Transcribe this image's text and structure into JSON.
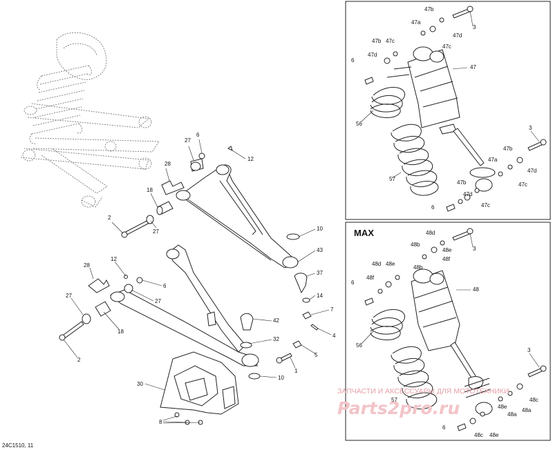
{
  "max_title": "MAX",
  "drawing_ref": "24C1510, 11",
  "watermark": {
    "line1": "ЗАПЧАСТИ И АКСЕССУАРЫ ДЛЯ МОТОТЕХНИКИ",
    "line2": "Parts2pro.ru"
  },
  "labels": {
    "l1": "1",
    "l2a": "2",
    "l2b": "2",
    "l3a": "3",
    "l3b": "3",
    "l3c": "3",
    "l3d": "3",
    "l4": "4",
    "l5": "5",
    "l6a": "6",
    "l6b": "6",
    "l6c": "6",
    "l6d": "6",
    "l6e": "6",
    "l6f": "6",
    "l7": "7",
    "l8": "8",
    "l10a": "10",
    "l10b": "10",
    "l12a": "12",
    "l12b": "12",
    "l14": "14",
    "l18a": "18",
    "l18b": "18",
    "l27a": "27",
    "l27b": "27",
    "l27c": "27",
    "l27d": "27",
    "l28a": "28",
    "l28b": "28",
    "l30": "30",
    "l32": "32",
    "l37": "37",
    "l42": "42",
    "l43": "43",
    "l47": "47",
    "l47a1": "47a",
    "l47a2": "47a",
    "l47b1": "47b",
    "l47b2": "47b",
    "l47b3": "47b",
    "l47b4": "47b",
    "l47c1": "47c",
    "l47c2": "47c",
    "l47c3": "47c",
    "l47c4": "47c",
    "l47d1": "47d",
    "l47d2": "47d",
    "l47d3": "47d",
    "l47d4": "47d",
    "l48": "48",
    "l48a1": "48a",
    "l48a2": "48a",
    "l48b1": "48b",
    "l48b2": "48b",
    "l48c1": "48c",
    "l48c2": "48c",
    "l48d1": "48d",
    "l48d2": "48d",
    "l48e1": "48e",
    "l48e2": "48e",
    "l48e3": "48e",
    "l48e4": "48e",
    "l48f1": "48f",
    "l48f2": "48f",
    "l56a": "56",
    "l56b": "56",
    "l57a": "57",
    "l57b": "57"
  }
}
